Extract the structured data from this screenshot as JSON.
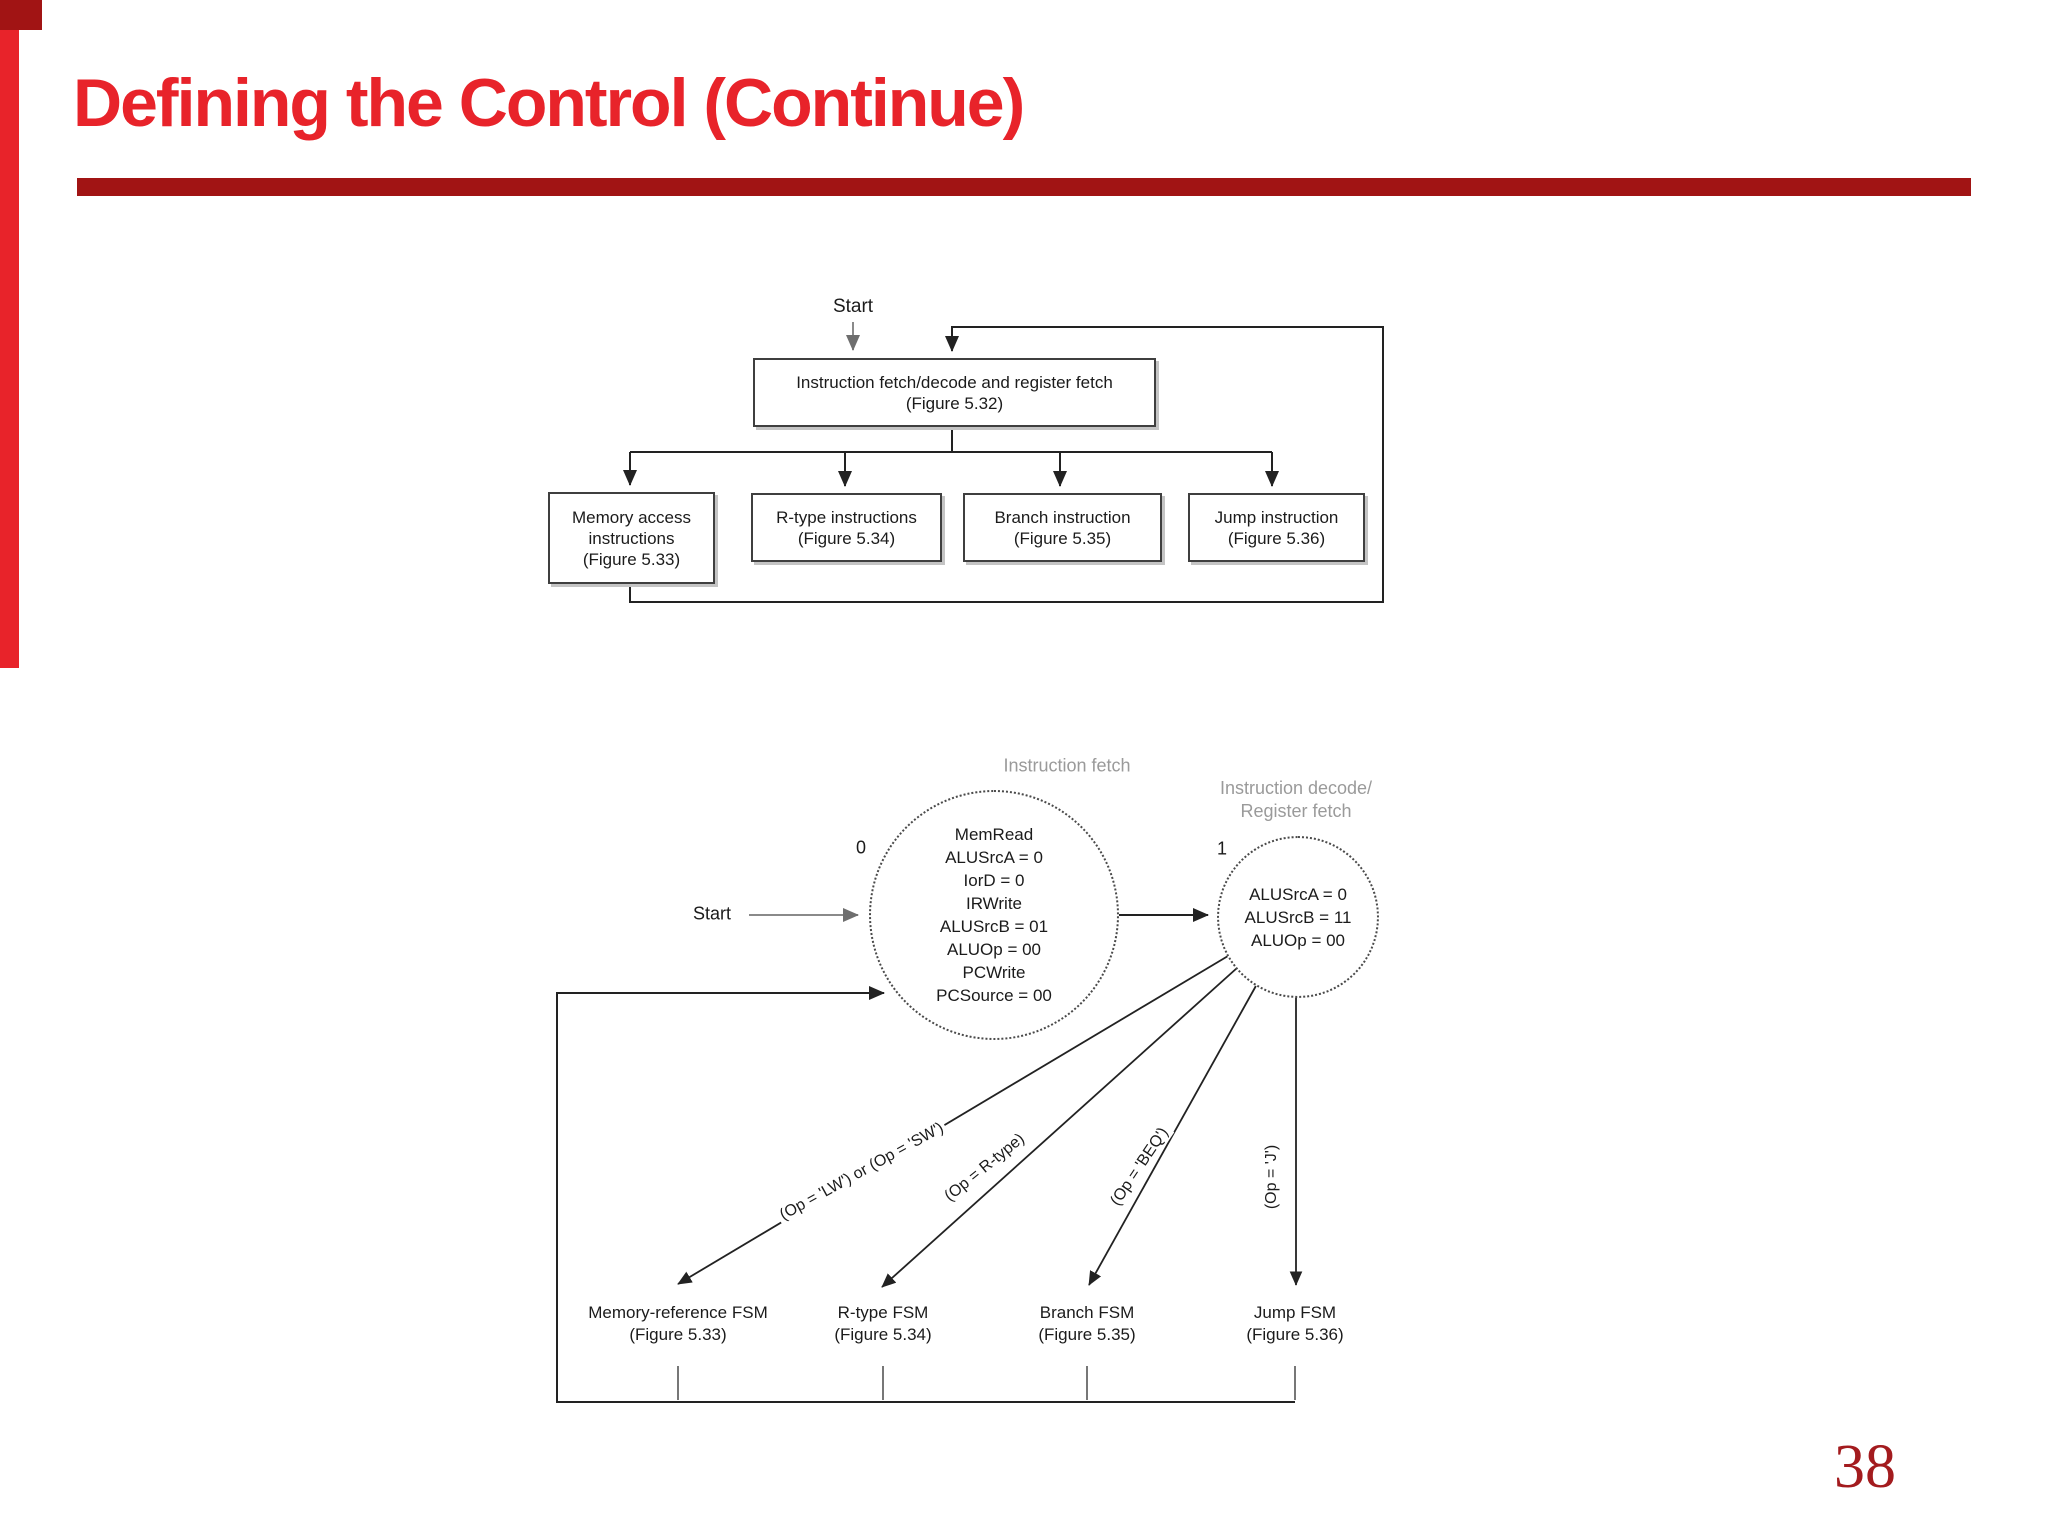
{
  "slide": {
    "title": "Defining the Control (Continue)",
    "page_number": "38"
  },
  "colors": {
    "title_red": "#e8232a",
    "rule_red": "#a11414",
    "page_number_red": "#a31b1e",
    "diagram_gray_label": "#9a9a9a"
  },
  "flowchart": {
    "start_label": "Start",
    "top_box": {
      "l1": "Instruction fetch/decode and register fetch",
      "l2": "(Figure 5.32)"
    },
    "box_memory": {
      "l1": "Memory access",
      "l2": "instructions",
      "l3": "(Figure 5.33)"
    },
    "box_rtype": {
      "l1": "R-type instructions",
      "l2": "(Figure 5.34)"
    },
    "box_branch": {
      "l1": "Branch instruction",
      "l2": "(Figure 5.35)"
    },
    "box_jump": {
      "l1": "Jump instruction",
      "l2": "(Figure 5.36)"
    }
  },
  "fsm": {
    "start_label": "Start",
    "state0": {
      "id": "0",
      "region_label": "Instruction fetch",
      "lines": [
        "MemRead",
        "ALUSrcA = 0",
        "IorD = 0",
        "IRWrite",
        "ALUSrcB = 01",
        "ALUOp = 00",
        "PCWrite",
        "PCSource = 00"
      ]
    },
    "state1": {
      "id": "1",
      "region_label_l1": "Instruction decode/",
      "region_label_l2": "Register fetch",
      "lines": [
        "ALUSrcA = 0",
        "ALUSrcB = 11",
        "ALUOp = 00"
      ]
    },
    "edge_labels": {
      "mem": "(Op = 'LW') or (Op = 'SW')",
      "rtype": "(Op = R-type)",
      "branch": "(Op = 'BEQ')",
      "jump": "(Op = 'J')"
    },
    "targets": {
      "mem": {
        "l1": "Memory-reference FSM",
        "l2": "(Figure 5.33)"
      },
      "rtype": {
        "l1": "R-type FSM",
        "l2": "(Figure 5.34)"
      },
      "branch": {
        "l1": "Branch FSM",
        "l2": "(Figure 5.35)"
      },
      "jump": {
        "l1": "Jump FSM",
        "l2": "(Figure 5.36)"
      }
    }
  }
}
